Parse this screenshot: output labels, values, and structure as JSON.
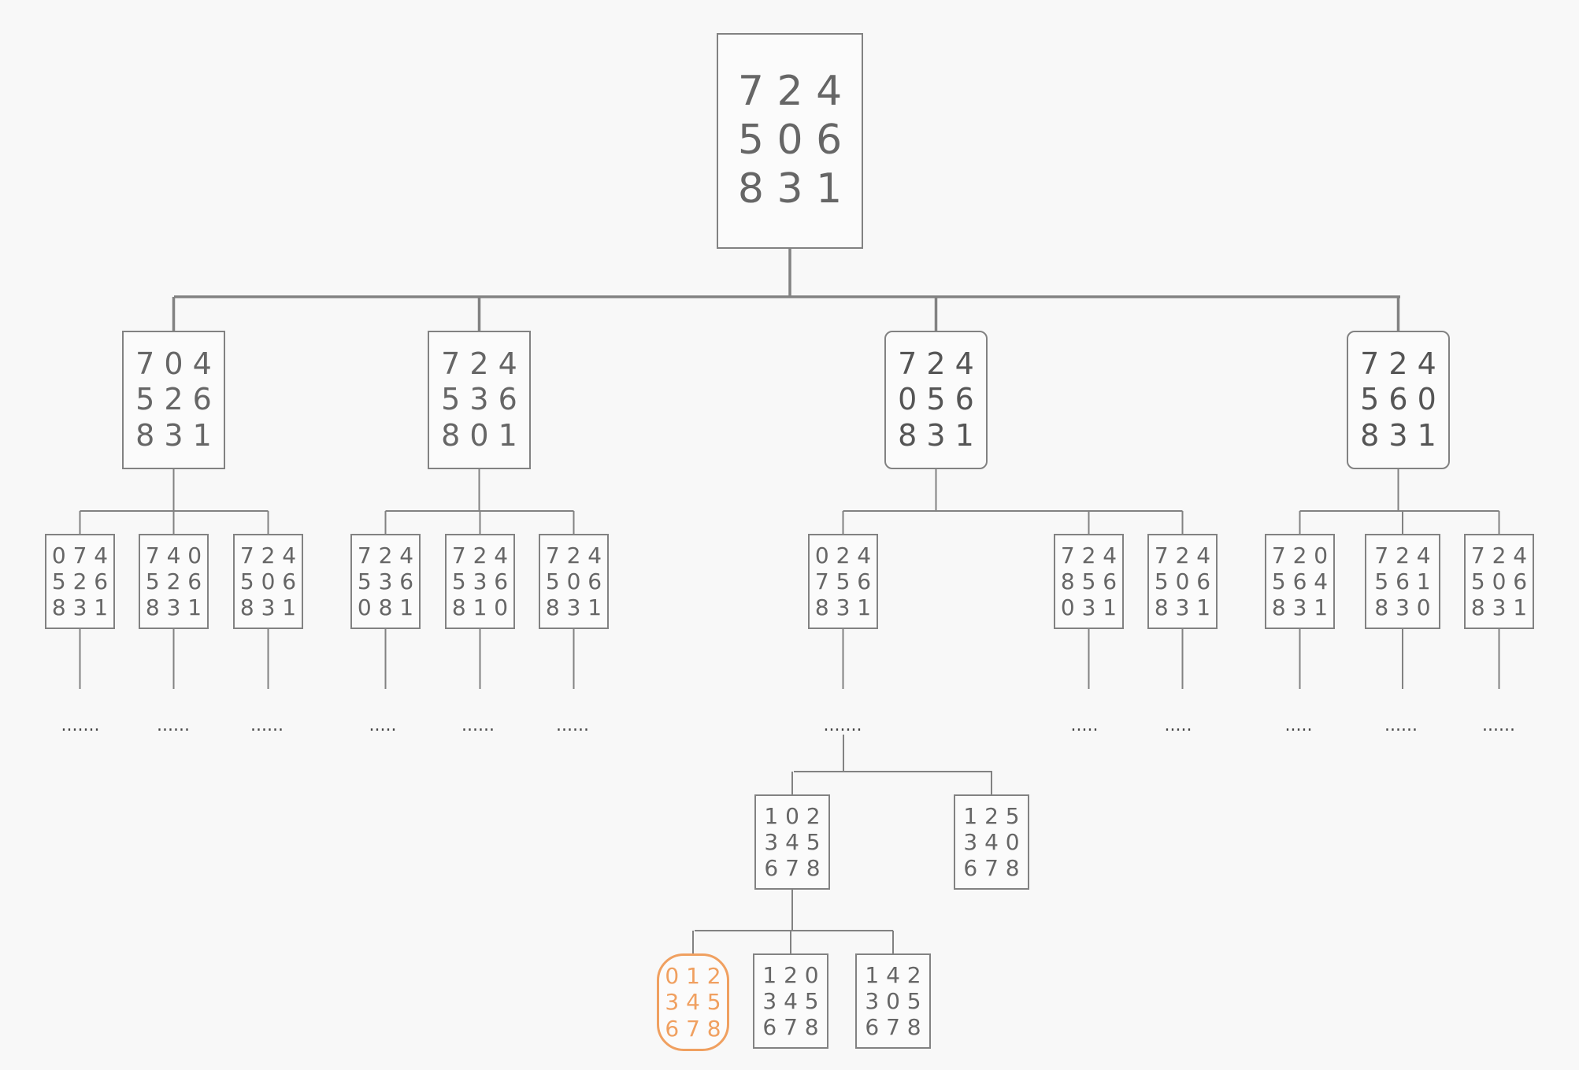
{
  "root": {
    "id": "root",
    "rows": [
      "7 2 4",
      "5 0 6",
      "8 3 1"
    ]
  },
  "level1": [
    {
      "id": "l1-a",
      "rows": [
        "7 0 4",
        "5 2 6",
        "8 3 1"
      ]
    },
    {
      "id": "l1-b",
      "rows": [
        "7 2 4",
        "5 3 6",
        "8 0 1"
      ]
    },
    {
      "id": "l1-c",
      "rows": [
        "7 2 4",
        "0 5 6",
        "8 3 1"
      ]
    },
    {
      "id": "l1-d",
      "rows": [
        "7 2 4",
        "5 6 0",
        "8 3 1"
      ]
    }
  ],
  "level2": [
    {
      "id": "l2-a1",
      "rows": [
        "0 7 4",
        "5 2 6",
        "8 3 1"
      ]
    },
    {
      "id": "l2-a2",
      "rows": [
        "7 4 0",
        "5 2 6",
        "8 3 1"
      ]
    },
    {
      "id": "l2-a3",
      "rows": [
        "7 2 4",
        "5 0 6",
        "8 3 1"
      ]
    },
    {
      "id": "l2-b1",
      "rows": [
        "7 2 4",
        "5 3 6",
        "0 8 1"
      ]
    },
    {
      "id": "l2-b2",
      "rows": [
        "7 2 4",
        "5 3 6",
        "8 1 0"
      ]
    },
    {
      "id": "l2-b3",
      "rows": [
        "7 2 4",
        "5 0 6",
        "8 3 1"
      ]
    },
    {
      "id": "l2-c1",
      "rows": [
        "0 2 4",
        "7 5 6",
        "8 3 1"
      ]
    },
    {
      "id": "l2-c2",
      "rows": [
        "7 2 4",
        "8 5 6",
        "0 3 1"
      ]
    },
    {
      "id": "l2-c3",
      "rows": [
        "7 2 4",
        "5 0 6",
        "8 3 1"
      ]
    },
    {
      "id": "l2-d1",
      "rows": [
        "7 2 0",
        "5 6 4",
        "8 3 1"
      ]
    },
    {
      "id": "l2-d2",
      "rows": [
        "7 2 4",
        "5 6 1",
        "8 3 0"
      ]
    },
    {
      "id": "l2-d3",
      "rows": [
        "7 2 4",
        "5 0 6",
        "8 3 1"
      ]
    }
  ],
  "ellipses": [
    ".......",
    "......",
    "......",
    ".....",
    "......",
    "......",
    ".......",
    ".....",
    ".....",
    ".....",
    "......",
    "......"
  ],
  "level3": [
    {
      "id": "l3-a",
      "rows": [
        "1 0 2",
        "3 4 5",
        "6 7 8"
      ]
    },
    {
      "id": "l3-b",
      "rows": [
        "1 2 5",
        "3 4 0",
        "6 7 8"
      ]
    }
  ],
  "level4": [
    {
      "id": "goal",
      "rows": [
        "0 1 2",
        "3 4 5",
        "6 7 8"
      ]
    },
    {
      "id": "l4-b",
      "rows": [
        "1 2 0",
        "3 4 5",
        "6 7 8"
      ]
    },
    {
      "id": "l4-c",
      "rows": [
        "1 4 2",
        "3 0 5",
        "6 7 8"
      ]
    }
  ],
  "colors": {
    "line": "#828282",
    "text": "#666666",
    "goal": "#f0a060",
    "background": "#f8f8f8"
  }
}
